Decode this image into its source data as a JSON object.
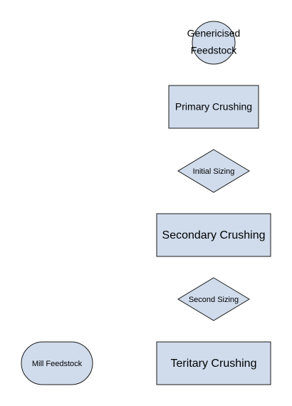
{
  "nodes": {
    "feedstock_start": {
      "label_line1": "Genericised",
      "label_line2": "Feedstock"
    },
    "primary_crushing": {
      "label": "Primary Crushing"
    },
    "initial_sizing": {
      "label": "Initial Sizing"
    },
    "secondary_crushing": {
      "label": "Secondary Crushing"
    },
    "second_sizing": {
      "label": "Second Sizing"
    },
    "tertiary_crushing": {
      "label": "Teritary Crushing"
    },
    "mill_feedstock": {
      "label": "Mill Feedstock"
    }
  },
  "colors": {
    "fill": "#d0dcec",
    "stroke": "#1a1a1a"
  }
}
